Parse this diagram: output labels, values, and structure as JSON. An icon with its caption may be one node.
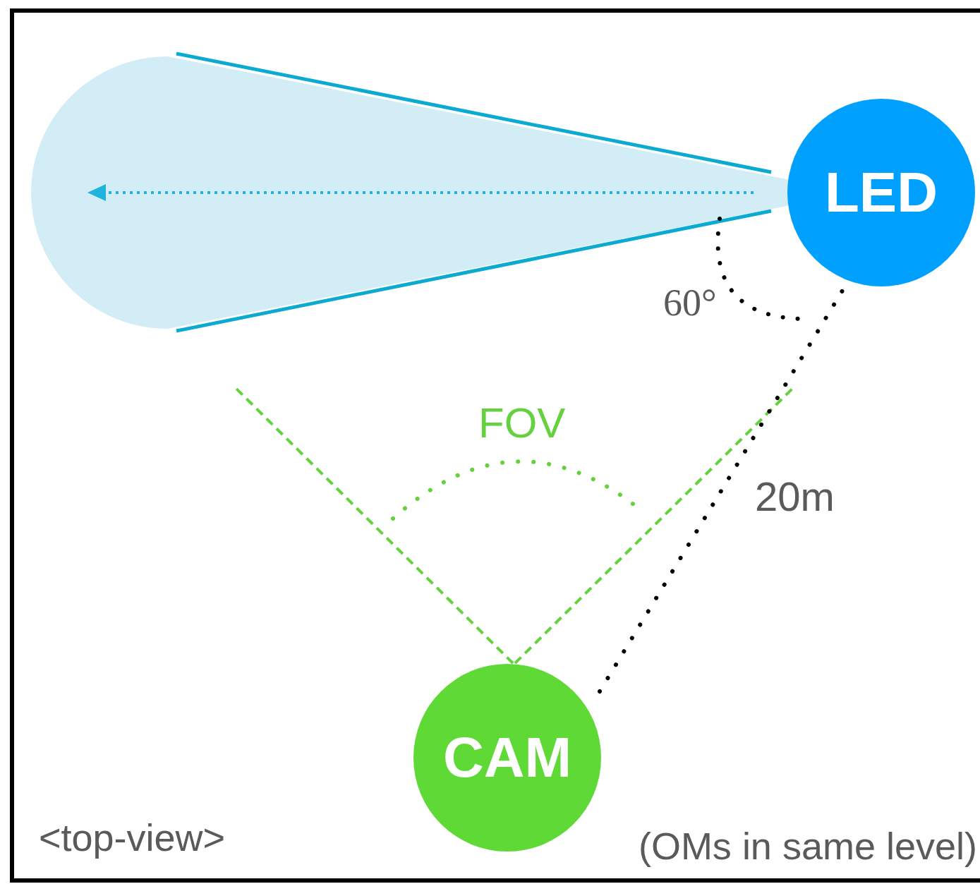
{
  "diagram": {
    "nodes": [
      {
        "text": [
          "LED"
        ]
      },
      {
        "text": [
          "CAM"
        ]
      }
    ],
    "labels": [
      "60°",
      "FOV",
      "20m",
      "<top-view>",
      "(OMs in same level)"
    ]
  }
}
